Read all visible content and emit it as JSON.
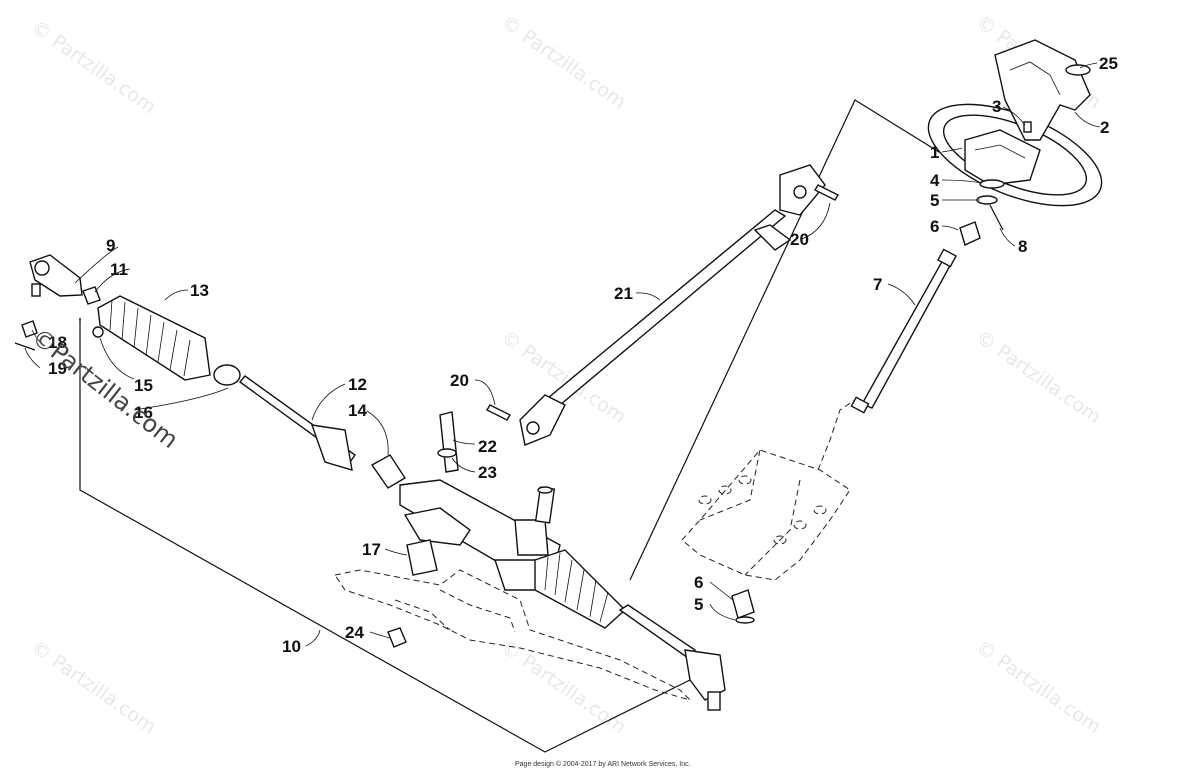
{
  "watermark": "© Partzilla.com",
  "watermark_overlay": "©Partzilla.com",
  "footer": "Page design © 2004-2017 by ARI Network Services, Inc.",
  "callouts": {
    "c1": "1",
    "c2": "2",
    "c3": "3",
    "c4": "4",
    "c5a": "5",
    "c5b": "5",
    "c6a": "6",
    "c6b": "6",
    "c7": "7",
    "c8": "8",
    "c9": "9",
    "c10": "10",
    "c11": "11",
    "c12": "12",
    "c13": "13",
    "c14": "14",
    "c15": "15",
    "c16": "16",
    "c17": "17",
    "c18": "18",
    "c19": "19",
    "c20a": "20",
    "c20b": "20",
    "c21": "21",
    "c22": "22",
    "c23": "23",
    "c24": "24",
    "c25": "25"
  }
}
